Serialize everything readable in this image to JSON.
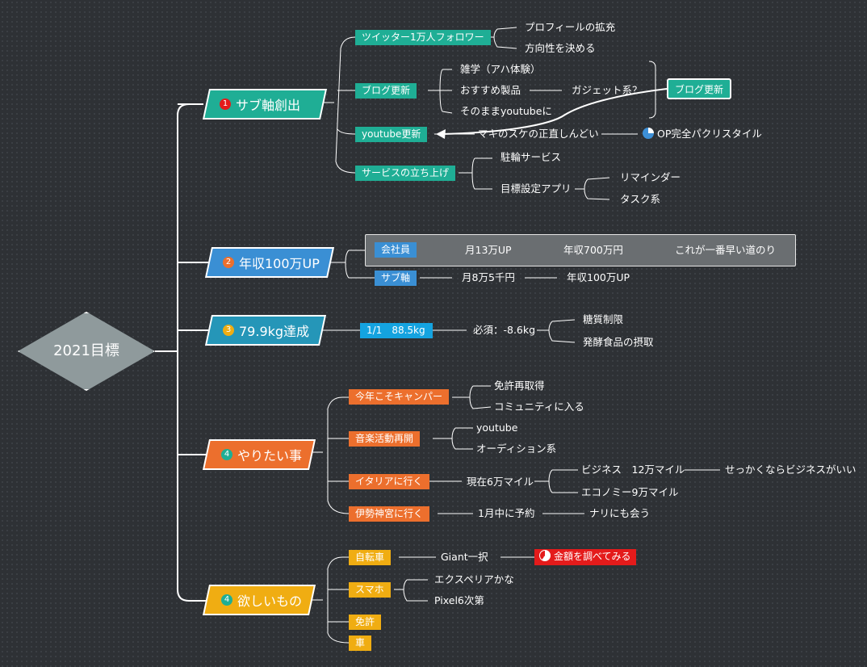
{
  "root": "2021目標",
  "colors": {
    "teal": "#1fae95",
    "blue": "#3a8fd4",
    "cyan": "#2596b8",
    "orange": "#ec6f2d",
    "yellow": "#f0ad12",
    "red": "#e41b1b",
    "root": "#8f9a9c"
  },
  "branch1": {
    "num": "1",
    "title": "サブ軸創出",
    "twitter": {
      "tag": "ツイッター1万人フォロワー",
      "items": [
        "プロフィールの拡充",
        "方向性を決める"
      ]
    },
    "blog": {
      "tag": "ブログ更新",
      "items": [
        "雑学（アハ体験）",
        "おすすめ製品",
        "そのままyoutubeに"
      ],
      "gadget": "ガジェット系？"
    },
    "float_blog": "ブログ更新",
    "youtube": {
      "tag": "youtube更新",
      "item": "マキのスケの正直しんどい",
      "op": "OP完全パクリスタイル"
    },
    "service": {
      "tag": "サービスの立ち上げ",
      "items": [
        "駐輪サービス",
        "目標設定アプリ"
      ],
      "sub": [
        "リマインダー",
        "タスク系"
      ]
    }
  },
  "branch2": {
    "num": "2",
    "title": "年収100万UP",
    "company": {
      "tag": "会社員",
      "chain": [
        "月13万UP",
        "年収700万円",
        "これが一番早い道のり"
      ]
    },
    "side": {
      "tag": "サブ軸",
      "chain": [
        "月8万5千円",
        "年収100万UP"
      ]
    }
  },
  "branch3": {
    "num": "3",
    "title": "79.9kg達成",
    "tag": "1/1　88.5kg",
    "need": "必須：-8.6kg",
    "items": [
      "糖質制限",
      "発酵食品の摂取"
    ]
  },
  "branch4": {
    "num": "4",
    "title": "やりたい事",
    "camp": {
      "tag": "今年こそキャンパー",
      "items": [
        "免許再取得",
        "コミュニティに入る"
      ]
    },
    "music": {
      "tag": "音楽活動再開",
      "items": [
        "youtube",
        "オーディション系"
      ]
    },
    "italy": {
      "tag": "イタリアに行く",
      "miles": "現在6万マイル",
      "items": [
        "ビジネス　12万マイル",
        "エコノミー9万マイル"
      ],
      "note": "せっかくならビジネスがいい"
    },
    "ise": {
      "tag": "伊勢神宮に行く",
      "reserve": "1月中に予約",
      "meet": "ナリにも会う"
    }
  },
  "branch5": {
    "num": "4",
    "title": "欲しいもの",
    "bike": {
      "tag": "自転車",
      "item": "Giant一択",
      "price": "金額を調べてみる"
    },
    "phone": {
      "tag": "スマホ",
      "items": [
        "エクスペリアかな",
        "Pixel6次第"
      ]
    },
    "license": "免許",
    "car": "車"
  }
}
